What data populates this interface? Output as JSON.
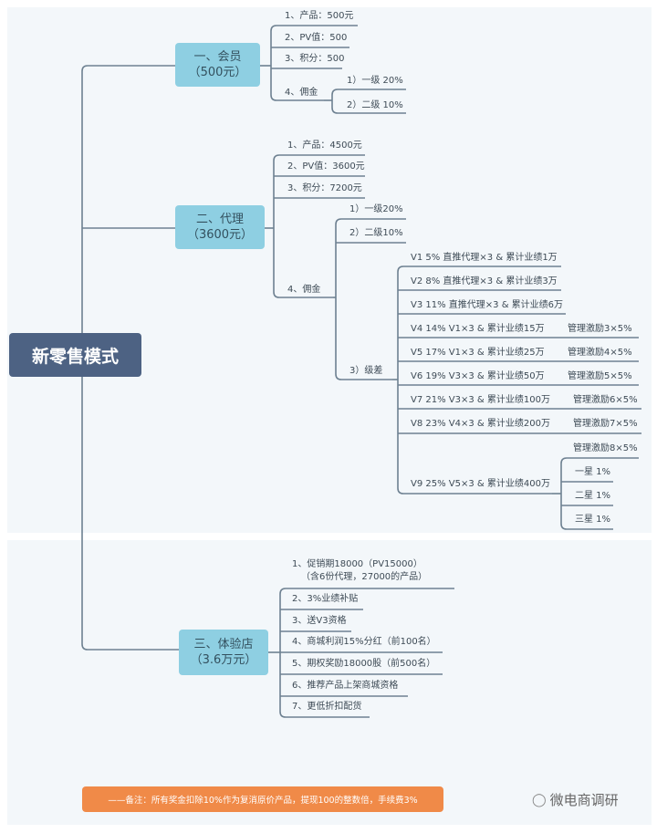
{
  "root": "新零售模式",
  "branches": [
    {
      "title": "一、会员",
      "subtitle": "（500元）",
      "items": [
        "1、产品：500元",
        "2、PV值：500",
        "3、积分：500",
        "4、佣金"
      ],
      "commission": [
        "1）一级 20%",
        "2）二级 10%"
      ]
    },
    {
      "title": "二、代理",
      "subtitle": "（3600元）",
      "items": [
        "1、产品：4500元",
        "2、PV值：3600元",
        "3、积分：7200元",
        "4、佣金"
      ],
      "commission": [
        "1）一级20%",
        "2）二级10%",
        "3）级差"
      ],
      "levels": [
        "V1  5%  直推代理×3 & 累计业绩1万",
        "V2  8%  直推代理×3 & 累计业绩3万",
        "V3  11%  直推代理×3 & 累计业绩6万",
        "V4  14%  V1×3 & 累计业绩15万",
        "V5  17%  V1×3 & 累计业绩25万",
        "V6  19%  V3×3 & 累计业绩50万",
        "V7  21%  V3×3 & 累计业绩100万",
        "V8  23%  V4×3 & 累计业绩200万",
        "V9  25%  V5×3 & 累计业绩400万"
      ],
      "management": [
        "管理激励3×5%",
        "管理激励4×5%",
        "管理激励5×5%",
        "管理激励6×5%",
        "管理激励7×5%",
        "管理激励8×5%"
      ],
      "stars": [
        "一星 1%",
        "二星 1%",
        "三星 1%"
      ]
    },
    {
      "title": "三、体验店",
      "subtitle": "（3.6万元）",
      "items": [
        "1、促销期18000（PV15000）",
        "（含6份代理，27000的产品）",
        "2、3%业绩补贴",
        "3、送V3资格",
        "4、商城利润15%分红（前100名）",
        "5、期权奖励18000股（前500名）",
        "6、推荐产品上架商城资格",
        "7、更低折扣配货"
      ]
    }
  ],
  "note": "——备注：所有奖金扣除10%作为复消原价产品，提现100的整数倍，手续费3%",
  "watermark": "微电商调研"
}
